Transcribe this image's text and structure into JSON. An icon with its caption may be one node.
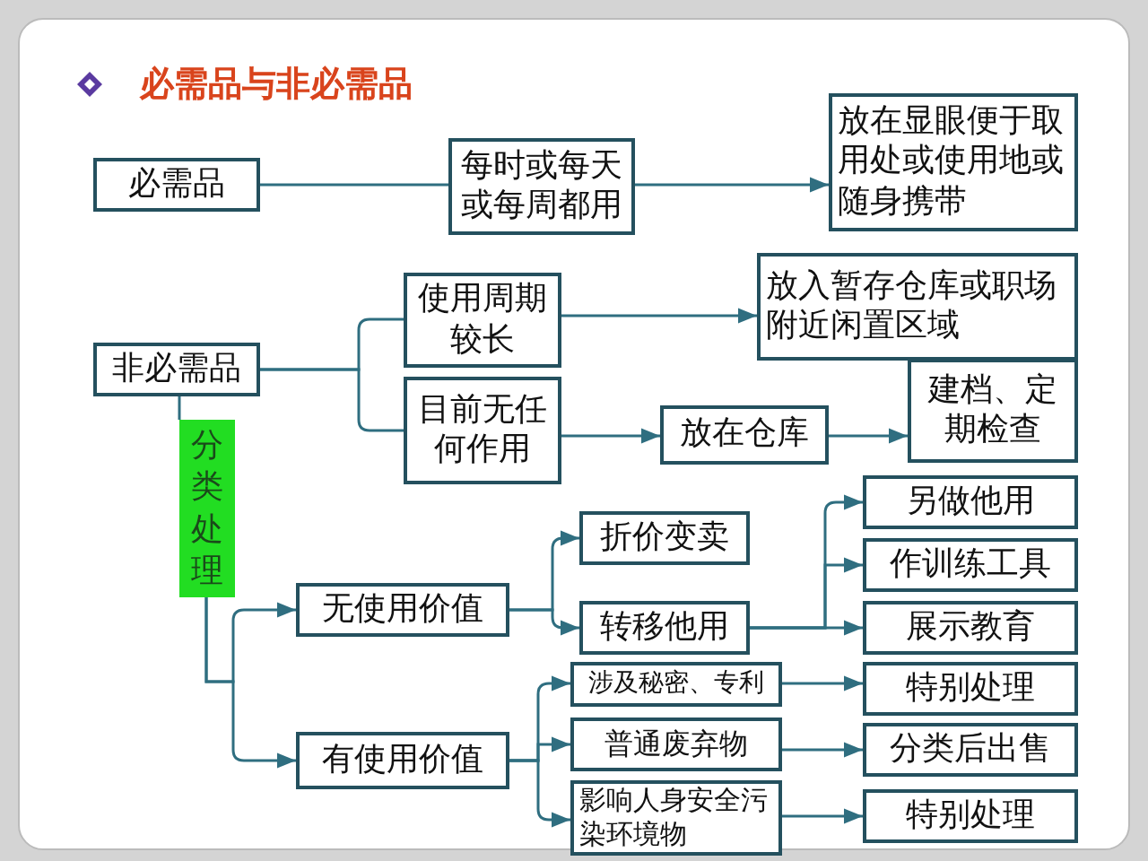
{
  "diagram": {
    "title": "必需品与非必需品",
    "nodes": [
      {
        "text": [
          "必需品"
        ]
      },
      {
        "text": [
          "每时或每天或每周都用"
        ]
      },
      {
        "text": [
          "放在显眼便于取用处或使用地或随身携带"
        ]
      },
      {
        "text": [
          "非必需品"
        ]
      },
      {
        "text": [
          "使用周期较长"
        ]
      },
      {
        "text": [
          "放入暂存仓库或职场附近闲置区域"
        ]
      },
      {
        "text": [
          "目前无任何作用"
        ]
      },
      {
        "text": [
          "放在仓库"
        ]
      },
      {
        "text": [
          "建档、定期检查"
        ]
      },
      {
        "text": [
          "分类处理"
        ]
      },
      {
        "text": [
          "无使用价值"
        ]
      },
      {
        "text": [
          "折价变卖"
        ]
      },
      {
        "text": [
          "转移他用"
        ]
      },
      {
        "text": [
          "另做他用"
        ]
      },
      {
        "text": [
          "作训练工具"
        ]
      },
      {
        "text": [
          "展示教育"
        ]
      },
      {
        "text": [
          "有使用价值"
        ]
      },
      {
        "text": [
          "涉及秘密、专利"
        ]
      },
      {
        "text": [
          "普通废弃物"
        ]
      },
      {
        "text": [
          "影响人身安全污染环境物"
        ]
      },
      {
        "text": [
          "特别处理"
        ]
      },
      {
        "text": [
          "分类后出售"
        ]
      },
      {
        "text": [
          "特别处理"
        ]
      }
    ],
    "edges": [
      {
        "from": 0,
        "to": 1,
        "arrow": "none"
      },
      {
        "from": 1,
        "to": 2,
        "arrow": "to"
      },
      {
        "from": 3,
        "to": 4,
        "arrow": "none"
      },
      {
        "from": 3,
        "to": 6,
        "arrow": "none"
      },
      {
        "from": 4,
        "to": 5,
        "arrow": "to"
      },
      {
        "from": 6,
        "to": 7,
        "arrow": "to"
      },
      {
        "from": 7,
        "to": 8,
        "arrow": "to"
      },
      {
        "from": 3,
        "to": 9,
        "arrow": "none"
      },
      {
        "from": 9,
        "to": 10,
        "arrow": "to"
      },
      {
        "from": 9,
        "to": 16,
        "arrow": "to"
      },
      {
        "from": 10,
        "to": 11,
        "arrow": "to"
      },
      {
        "from": 10,
        "to": 12,
        "arrow": "to"
      },
      {
        "from": 12,
        "to": 13,
        "arrow": "to"
      },
      {
        "from": 12,
        "to": 14,
        "arrow": "to"
      },
      {
        "from": 12,
        "to": 15,
        "arrow": "to"
      },
      {
        "from": 16,
        "to": 17,
        "arrow": "to"
      },
      {
        "from": 16,
        "to": 18,
        "arrow": "to"
      },
      {
        "from": 16,
        "to": 19,
        "arrow": "to"
      },
      {
        "from": 17,
        "to": 20,
        "arrow": "to"
      },
      {
        "from": 18,
        "to": 21,
        "arrow": "to"
      },
      {
        "from": 19,
        "to": 22,
        "arrow": "to"
      }
    ]
  }
}
